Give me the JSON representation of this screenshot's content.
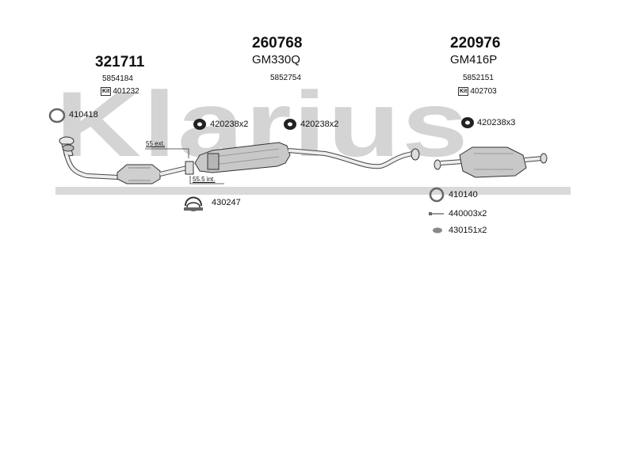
{
  "watermark": "Klarius",
  "groups": [
    {
      "main": "321711",
      "oe": "5854184",
      "kit_badge": "Kit",
      "kit": "401232"
    },
    {
      "main": "260768",
      "code": "GM330Q",
      "oe": "5852754"
    },
    {
      "main": "220976",
      "code": "GM416P",
      "oe": "5852151",
      "kit_badge": "Kit",
      "kit": "402703"
    }
  ],
  "parts": {
    "ring1": "410418",
    "hanger_a": "420238x2",
    "hanger_b": "420238x2",
    "hanger_c": "420238x3",
    "clamp": "430247",
    "ring2": "410140",
    "bolt": "440003x2",
    "nut": "430151x2"
  },
  "dimensions": {
    "ext": "55 ext.",
    "int": "55.5 int."
  }
}
